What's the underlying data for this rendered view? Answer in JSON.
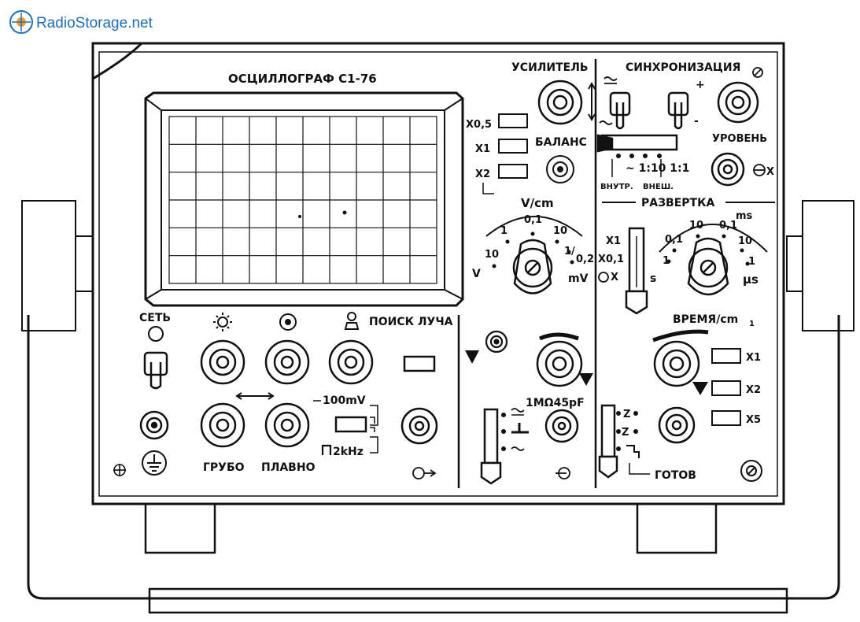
{
  "watermark": {
    "site": "RadioStorage.net",
    "color": "#1e6fb8"
  },
  "panel": {
    "title": "ОСЦИЛЛОГРАФ С1-76",
    "amplifier": "УСИЛИТЕЛЬ",
    "sync": "СИНХРОНИЗАЦИЯ",
    "level": "УРОВЕНЬ",
    "balance": "БАЛАНС",
    "sweep": "РАЗВЕРТКА",
    "time": "ВРЕМЯ/cm",
    "time_sub": "1",
    "power": "СЕТЬ",
    "beam_search": "ПОИСК ЛУЧА",
    "coarse": "ГРУБО",
    "fine": "ПЛАВНО",
    "ready": "ГОТОВ",
    "internal": "ВНУТР.",
    "external": "ВНЕШ.",
    "ratio": "~ 1:10 1:1",
    "plus": "+",
    "minus": "-",
    "x_in": "X"
  },
  "vertical": {
    "mult": [
      "X0,5",
      "X1",
      "X2"
    ],
    "unit": "V/cm",
    "scale": [
      "0,1",
      "1",
      "10",
      "1/",
      "0,2",
      "10"
    ],
    "left_unit": "V",
    "right_unit": "mV"
  },
  "sweep": {
    "mult": [
      "X1",
      "X0,1",
      "X"
    ],
    "left_unit": "s",
    "top_unit": "ms",
    "right_unit": "µs",
    "scale": [
      "0,1",
      "10",
      "0,1",
      "10",
      "1",
      "1"
    ],
    "time_mult": [
      "X1",
      "X2",
      "X5"
    ]
  },
  "calibration": {
    "voltage": "100mV",
    "frequency": "2kHz"
  },
  "input": {
    "spec": "1MΩ45pF"
  },
  "modes": {
    "z1": "Z",
    "z2": "Z"
  }
}
